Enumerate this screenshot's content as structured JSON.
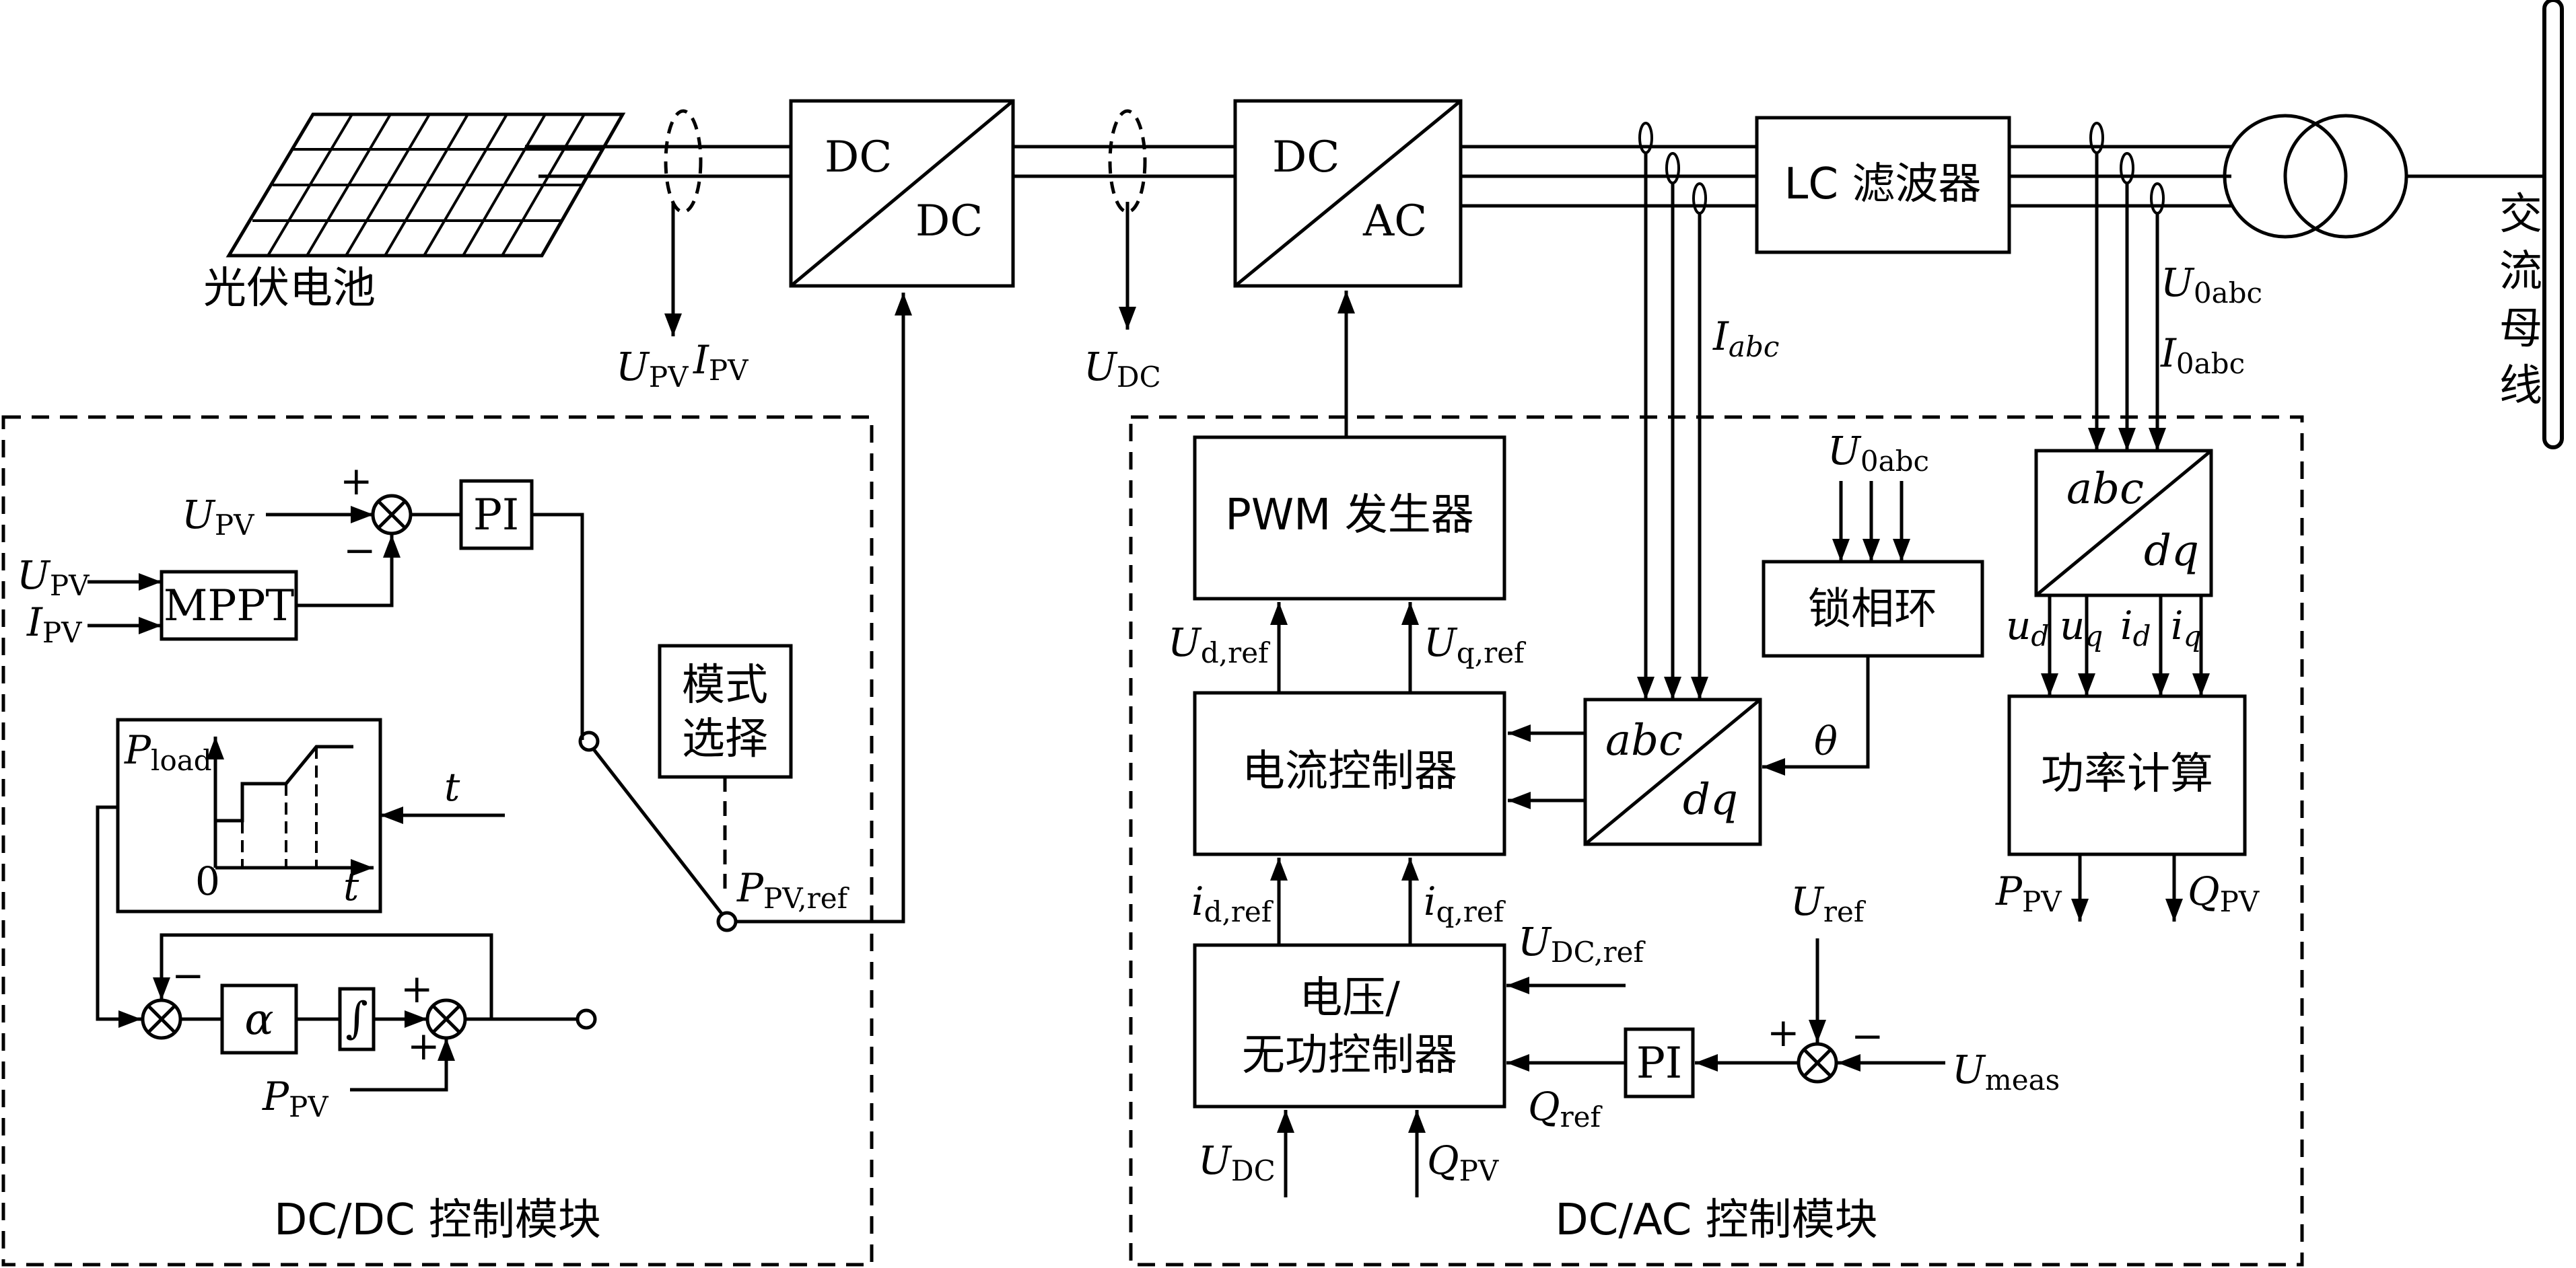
{
  "blocks": {
    "pv_array": "光伏电池",
    "dcdc_top": "DC",
    "dcdc_bottom": "DC",
    "dcac_top": "DC",
    "dcac_bottom": "AC",
    "lc_filter": "LC 滤波器",
    "ac_bus": "交流母线",
    "mppt": "MPPT",
    "pi_dcdc": "PI",
    "mode_select_1": "模式",
    "mode_select_2": "选择",
    "alpha": "α",
    "integrator": "∫",
    "pwm": "PWM 发生器",
    "current_ctrl": "电流控制器",
    "voltage_ctrl_1": "电压/",
    "voltage_ctrl_2": "无功控制器",
    "pi_dcac": "PI",
    "pll": "锁相环",
    "power_calc": "功率计算",
    "abc_dq_1_top": "abc",
    "abc_dq_1_bottom": "dq",
    "abc_dq_2_top": "abc",
    "abc_dq_2_bottom": "dq"
  },
  "modules": {
    "dcdc": "DC/DC 控制模块",
    "dcac": "DC/AC 控制模块"
  },
  "signals": {
    "u_pv_meas": {
      "main": "U",
      "sub": "PV"
    },
    "i_pv_meas": {
      "main": "I",
      "sub": "PV"
    },
    "u_dc_meas": {
      "main": "U",
      "sub": "DC"
    },
    "i_abc": {
      "main": "I",
      "sub": "abc"
    },
    "u0abc_bus": {
      "main": "U",
      "sub": "0abc"
    },
    "i0abc_bus": {
      "main": "I",
      "sub": "0abc"
    },
    "u_pv_pi": {
      "main": "U",
      "sub": "PV"
    },
    "u_pv_mppt": {
      "main": "U",
      "sub": "PV"
    },
    "i_pv_mppt": {
      "main": "I",
      "sub": "PV"
    },
    "p_load": {
      "main": "P",
      "sub": "load"
    },
    "load_zero": "0",
    "load_t_axis": "t",
    "t_input": "t",
    "p_pv_ref": {
      "main": "P",
      "sub": "PV,ref"
    },
    "p_pv_in": {
      "main": "P",
      "sub": "PV"
    },
    "plus_1": "+",
    "minus_1": "−",
    "minus_2": "−",
    "plus_2": "+",
    "plus_3": "+",
    "plus_4": "+",
    "minus_4": "−",
    "u_d_ref": {
      "main": "U",
      "sub": "d,ref"
    },
    "u_q_ref": {
      "main": "U",
      "sub": "q,ref"
    },
    "i_d_ref": {
      "main": "i",
      "sub": "d,ref"
    },
    "i_q_ref": {
      "main": "i",
      "sub": "q,ref"
    },
    "u_dc_ref": {
      "main": "U",
      "sub": "DC,ref"
    },
    "q_ref": {
      "main": "Q",
      "sub": "ref"
    },
    "u_dc_in": {
      "main": "U",
      "sub": "DC"
    },
    "q_pv_in": {
      "main": "Q",
      "sub": "PV"
    },
    "u0abc_pll": {
      "main": "U",
      "sub": "0abc"
    },
    "theta": "θ",
    "u_ref": {
      "main": "U",
      "sub": "ref"
    },
    "u_meas": {
      "main": "U",
      "sub": "meas"
    },
    "ud": {
      "main": "u",
      "sub": "d"
    },
    "uq": {
      "main": "u",
      "sub": "q"
    },
    "id": {
      "main": "i",
      "sub": "d"
    },
    "iq": {
      "main": "i",
      "sub": "q"
    },
    "p_pv_out": {
      "main": "P",
      "sub": "PV"
    },
    "q_pv_out": {
      "main": "Q",
      "sub": "PV"
    }
  }
}
